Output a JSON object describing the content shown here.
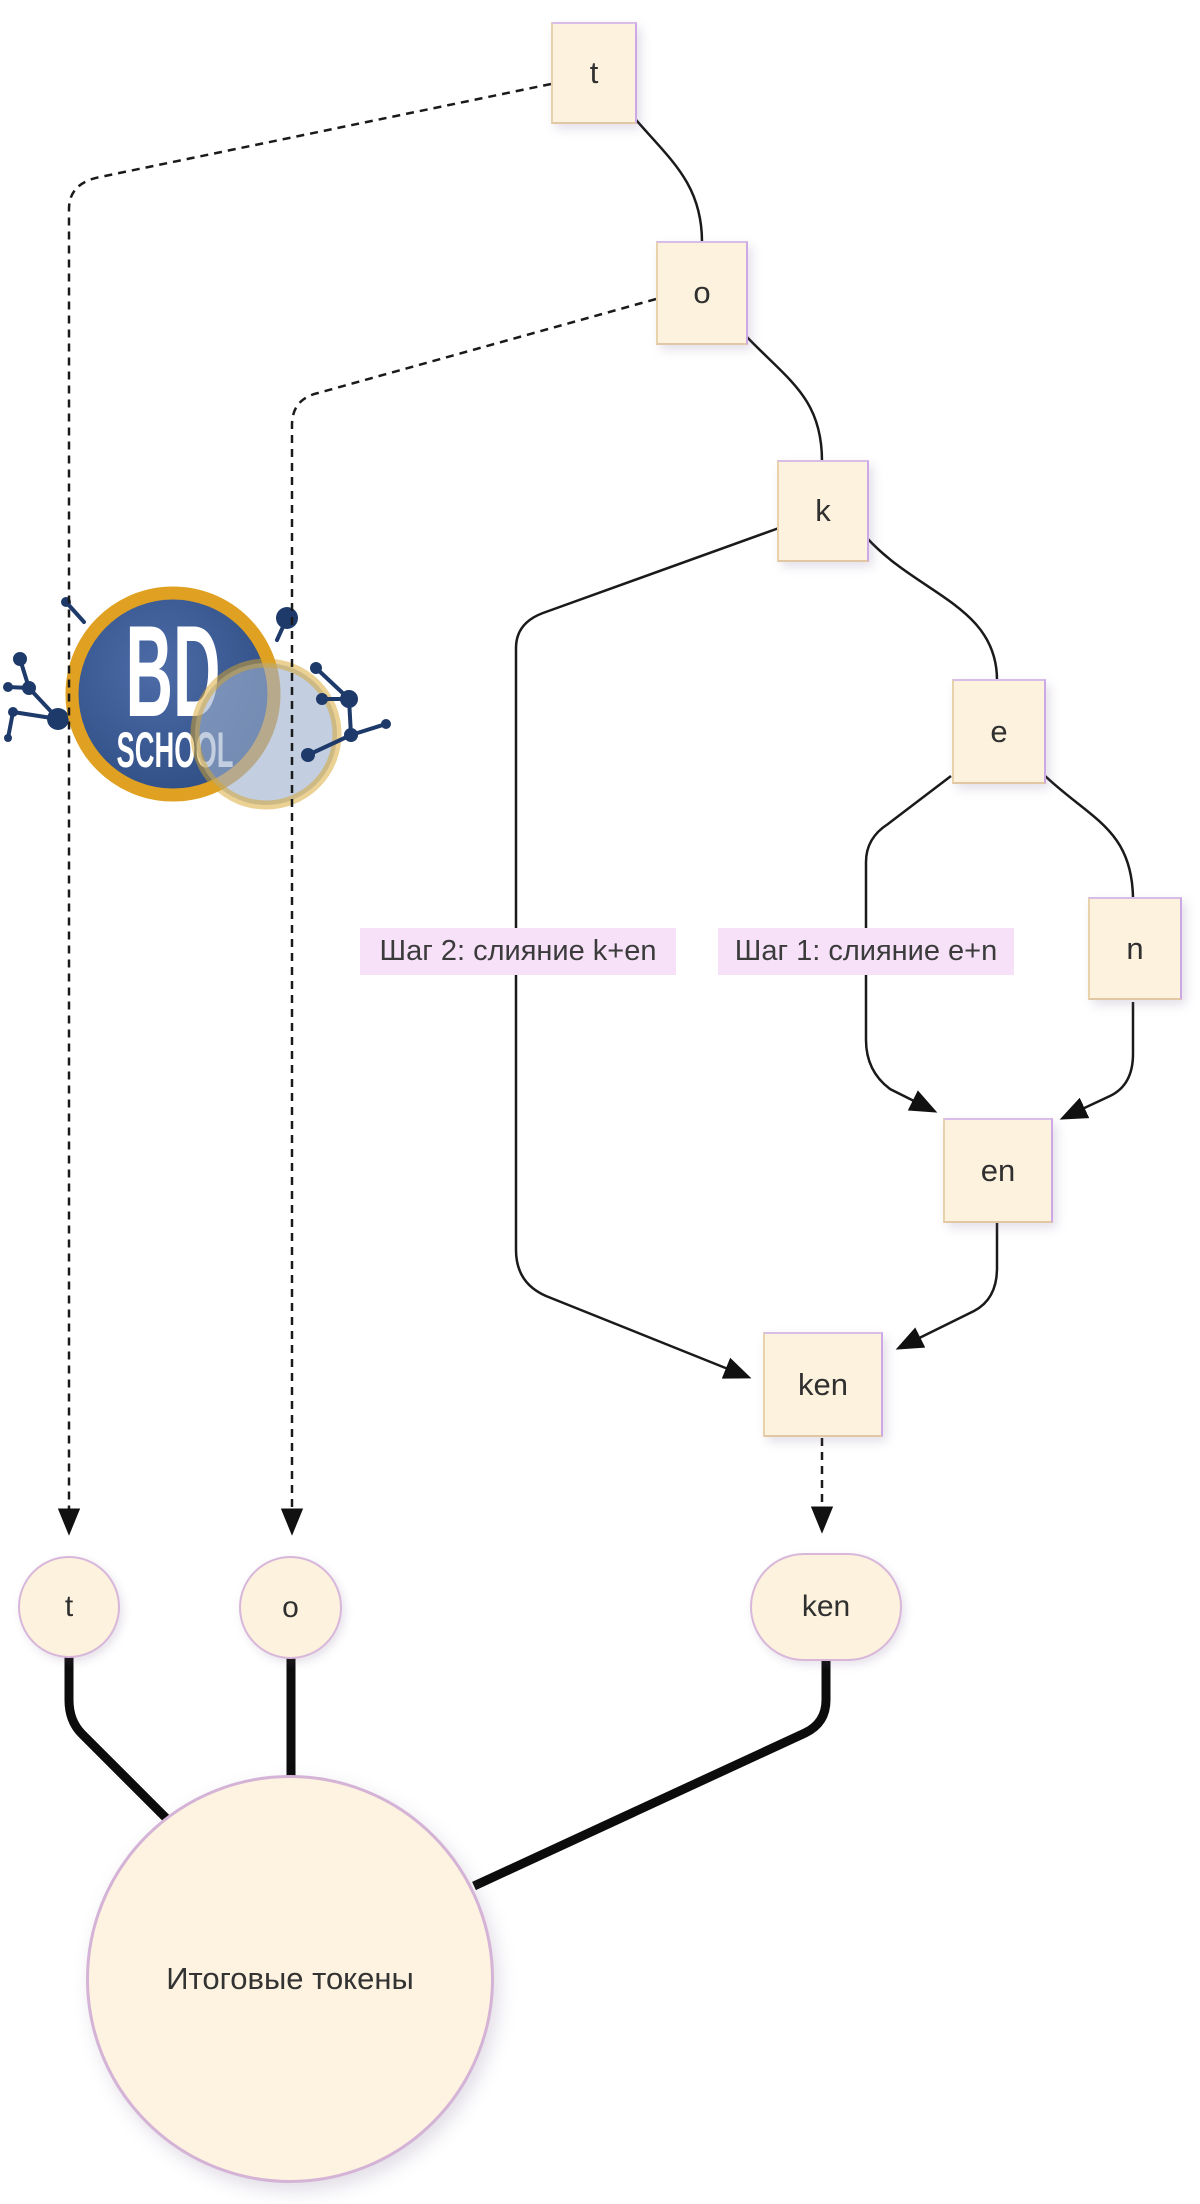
{
  "diagram": {
    "nodes": {
      "t": "t",
      "o": "o",
      "k": "k",
      "e": "e",
      "n": "n",
      "en": "en",
      "ken": "ken"
    },
    "step_labels": {
      "step2": "Шаг 2: слияние k+en",
      "step1": "Шаг 1: слияние e+n"
    },
    "final_tokens": {
      "t": "t",
      "o": "o",
      "ken": "ken",
      "summary": "Итоговые токены"
    },
    "colors": {
      "node_fill": "#fcf2dd",
      "node_border_lavender": "#cda7e6",
      "node_border_tan": "#e8d2ac",
      "step_label_bg": "#f6e1f8",
      "edge": "#1a1a1a",
      "final_edge": "#0c0c0c",
      "big_circle_fill": "#fdf3e0",
      "circle_border": "#d8b7db"
    }
  },
  "logo": {
    "line1": "BD",
    "line2": "SCHOOL",
    "colors": {
      "navy": "#1e3a6a",
      "gold": "#e0a122",
      "blue_dark": "#2b4a80",
      "blue_light": "#4d6ca8"
    }
  }
}
